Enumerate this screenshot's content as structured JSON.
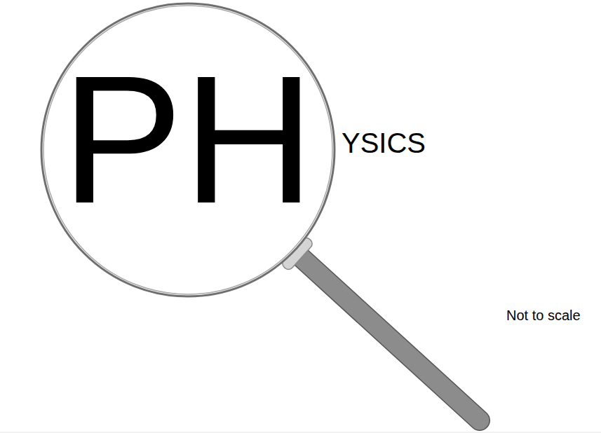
{
  "diagram": {
    "nodes": [
      {
        "text": [
          "PH"
        ]
      }
    ],
    "labels": [
      "YSICS",
      "Not to scale"
    ]
  }
}
